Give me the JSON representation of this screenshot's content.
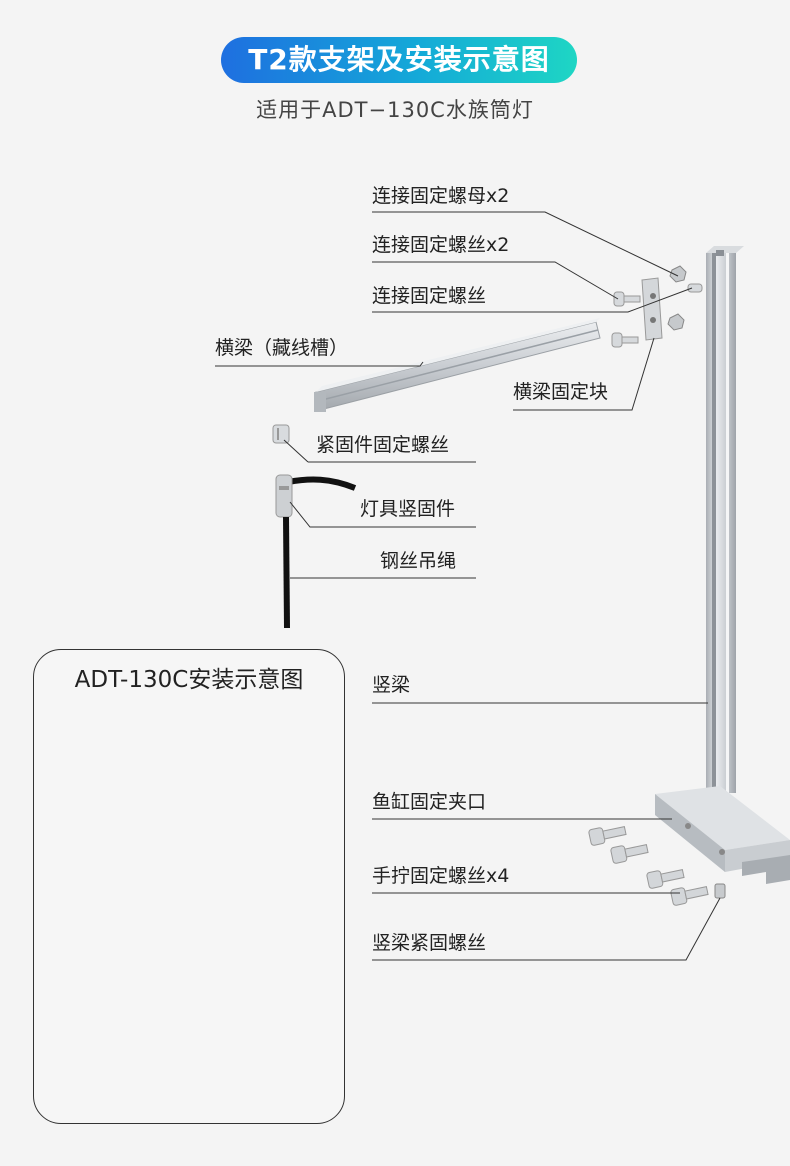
{
  "header": {
    "title": "T2款支架及安装示意图",
    "subtitle": "适用于ADT−130C水族筒灯"
  },
  "labels": {
    "nut": "连接固定螺母x2",
    "screw2": "连接固定螺丝x2",
    "screw": "连接固定螺丝",
    "beam": "横梁（藏线槽）",
    "beam_block": "横梁固定块",
    "fastener_screw": "紧固件固定螺丝",
    "lamp_fastener": "灯具竖固件",
    "wire_rope": "钢丝吊绳",
    "pillar": "竖梁",
    "tank_clamp": "鱼缸固定夹口",
    "hand_screw": "手拧固定螺丝x4",
    "pillar_screw": "竖梁紧固螺丝"
  },
  "inset": {
    "title": "ADT-130C安装示意图"
  },
  "colors": {
    "badge_start": "#1e6fe0",
    "badge_end": "#1ed6c4",
    "aluminum": "#c9cdd2",
    "line": "#333333",
    "background": "#f4f4f4"
  }
}
